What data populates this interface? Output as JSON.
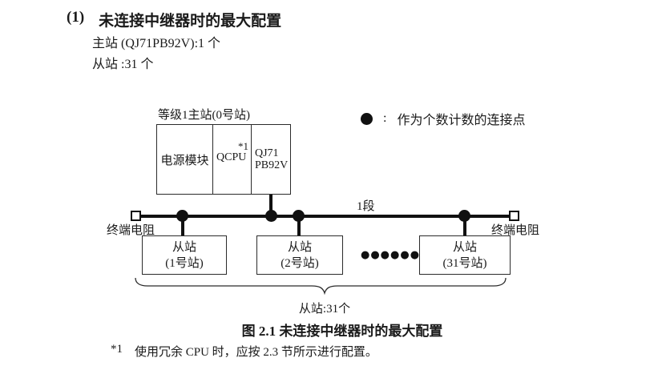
{
  "page": {
    "background": "#ffffff",
    "ink": "#1a1a1a"
  },
  "heading": {
    "number": "(1)",
    "title": "未连接中继器时的最大配置",
    "master_line": "主站 (QJ71PB92V):1 个",
    "slave_line": "从站 :31 个"
  },
  "legend": {
    "dot_icon": "connection-point-dot",
    "separator": ":",
    "label": "作为个数计数的连接点"
  },
  "diagram": {
    "master_station_label": "等级1主站(0号站)",
    "master_modules": {
      "power": "电源模块",
      "cpu": "QCPU",
      "cpu_note": "*1",
      "network_line1": "QJ71",
      "network_line2": "PB92V"
    },
    "terminator_label_left": "终端电阻",
    "terminator_label_right": "终端电阻",
    "segment_label": "1段",
    "slaves": [
      {
        "line1": "从站",
        "line2": "(1号站)"
      },
      {
        "line1": "从站",
        "line2": "(2号站)"
      },
      {
        "line1": "从站",
        "line2": "(31号站)"
      }
    ],
    "ellipsis": "●●●●●●",
    "brace_label": "从站:31个"
  },
  "caption": "图 2.1 未连接中继器时的最大配置",
  "footnote": {
    "marker": "*1",
    "text": "使用冗余 CPU 时，应按 2.3 节所示进行配置。"
  }
}
